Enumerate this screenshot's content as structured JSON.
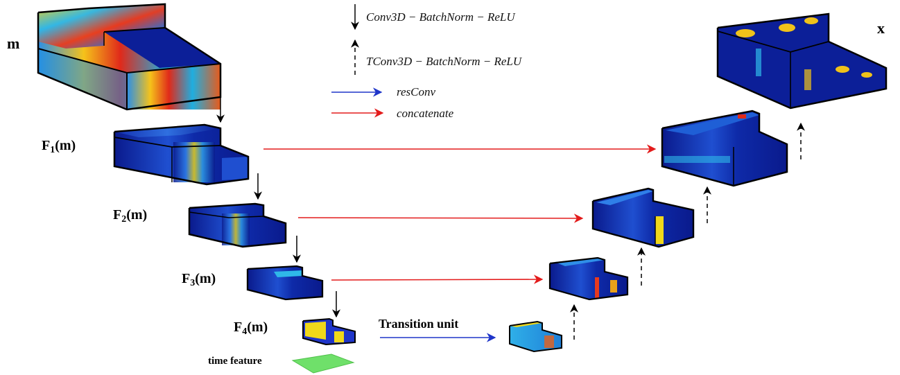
{
  "labels": {
    "input": "m",
    "output": "x",
    "f1": {
      "base": "F",
      "sub": "1",
      "arg": "(m)"
    },
    "f2": {
      "base": "F",
      "sub": "2",
      "arg": "(m)"
    },
    "f3": {
      "base": "F",
      "sub": "3",
      "arg": "(m)"
    },
    "f4": {
      "base": "F",
      "sub": "4",
      "arg": "(m)"
    },
    "transition": "Transition unit",
    "time_feature": "time feature"
  },
  "legend": {
    "conv": "Conv3D − BatchNorm − ReLU",
    "tconv": "TConv3D − BatchNorm − ReLU",
    "res": "resConv",
    "concat": "concatenate"
  },
  "colors": {
    "conv_arrow": "#000000",
    "res_arrow": "#1f35c9",
    "concat_arrow": "#e31b1b",
    "block_dark": "#0a1a8c",
    "block_mid": "#1f5fd6",
    "time_feature": "#6fe06a"
  }
}
